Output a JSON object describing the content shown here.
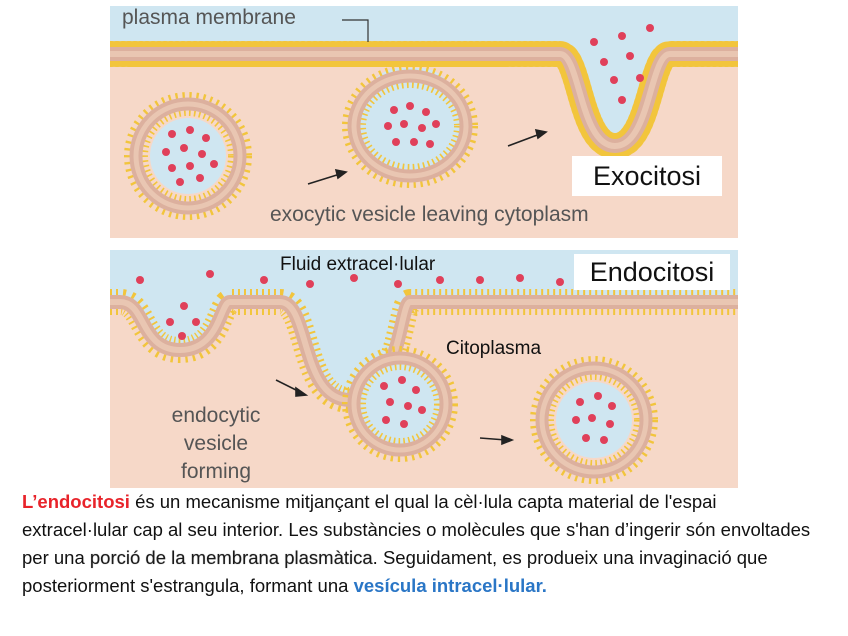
{
  "exocytosis": {
    "membrane_label": "plasma membrane",
    "vesicle_label": "exocytic vesicle leaving cytoplasm",
    "title": "Exocitosi"
  },
  "endocytosis": {
    "fluid_label": "Fluid extracel·lular",
    "title": "Endocitosi",
    "cytoplasm_label": "Citoplasma",
    "vesicle_label_line1": "endocytic",
    "vesicle_label_line2": "vesicle",
    "vesicle_label_line3": "forming"
  },
  "caption": {
    "term": "L’endocitosi",
    "part1": " és un mecanisme mitjançant el qual la cèl·lula capta material de l'espai extracel·lular cap al seu interior. Les substàncies o molècules que s'han d’ingerir són envoltades per una ",
    "highlight": "porció de la membrana plasmàtica",
    "part2": ". Seguidament, es produeix una invaginació que posteriorment s'estrangula, formant una ",
    "term2": "vesícula intracel·lular."
  },
  "colors": {
    "extracellular": "#cfe6f1",
    "cytoplasm": "#f6d8c8",
    "membrane_core": "#dcb09e",
    "head_groups": "#f2c53c",
    "molecules": "#e0405a",
    "caption_red": "#e8232a",
    "caption_blue": "#2a76c6"
  }
}
